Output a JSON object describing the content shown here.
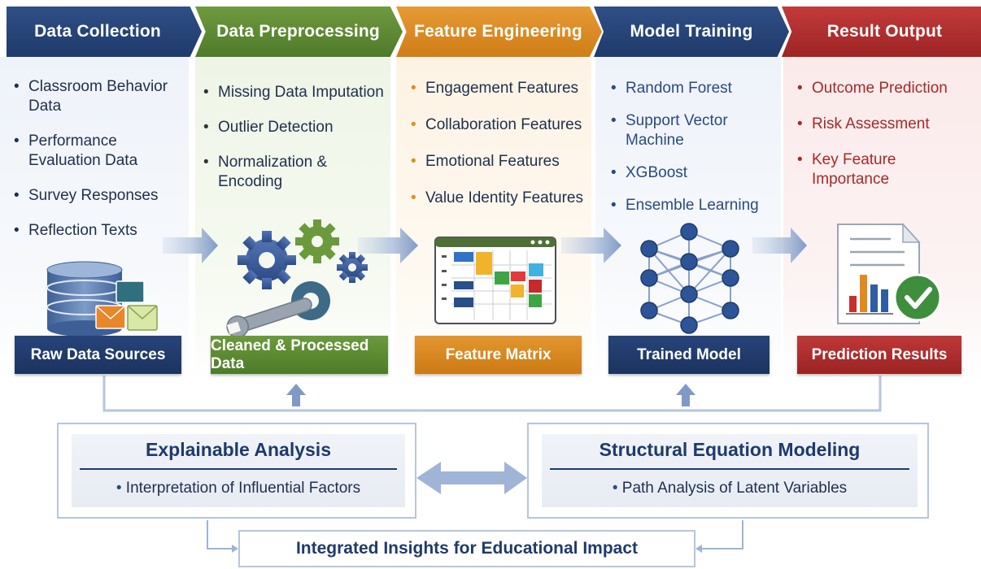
{
  "stages": [
    {
      "header": "Data Collection",
      "items": [
        "Classroom Behavior Data",
        "Performance Evaluation Data",
        "Survey Responses",
        "Reflection Texts"
      ],
      "output": "Raw Data Sources",
      "icon": "database-icon"
    },
    {
      "header": "Data Preprocessing",
      "items": [
        "Missing Data Imputation",
        "Outlier Detection",
        "Normalization & Encoding"
      ],
      "output": "Cleaned & Processed Data",
      "icon": "gears-wrench-icon"
    },
    {
      "header": "Feature Engineering",
      "items": [
        "Engagement Features",
        "Collaboration Features",
        "Emotional Features",
        "Value Identity Features"
      ],
      "output": "Feature Matrix",
      "icon": "feature-matrix-icon"
    },
    {
      "header": "Model Training",
      "items": [
        "Random Forest",
        "Support Vector Machine",
        "XGBoost",
        "Ensemble Learning"
      ],
      "output": "Trained Model",
      "icon": "neural-network-icon"
    },
    {
      "header": "Result Output",
      "items": [
        "Outcome Prediction",
        "Risk Assessment",
        "Key Feature Importance"
      ],
      "output": "Prediction Results",
      "icon": "report-check-icon"
    }
  ],
  "analysis": {
    "left": {
      "title": "Explainable Analysis",
      "item": "Interpretation of Influential Factors"
    },
    "right": {
      "title": "Structural Equation Modeling",
      "item": "Path Analysis of Latent Variables"
    },
    "insight": "Integrated Insights for Educational Impact"
  },
  "colors": {
    "navy": "#1f3a6b",
    "green": "#5a8a32",
    "orange": "#dc8a22",
    "red": "#b02e2e",
    "arrow": "#8aa3cc"
  }
}
